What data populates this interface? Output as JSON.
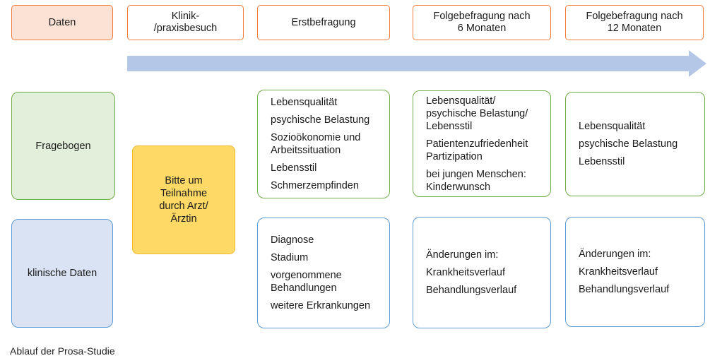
{
  "header": {
    "data_label": "Daten",
    "visit_label": "Klinik-\n/praxisbesuch",
    "first_survey_label": "Erstbefragung",
    "followup_6_label": "Folgebefragung nach\n6 Monaten",
    "followup_12_label": "Folgebefragung nach\n12 Monaten"
  },
  "rows": {
    "questionnaire_label": "Fragebogen",
    "clinical_label": "klinische Daten"
  },
  "invite": {
    "text": "Bitte um\nTeilnahme\ndurch Arzt/\nÄrztin"
  },
  "questionnaire": {
    "first": [
      "Lebensqualität",
      "psychische Belastung",
      "Sozioökonomie und\nArbeitssituation",
      "Lebensstil",
      "Schmerzempfinden"
    ],
    "followup_6": [
      "Lebensqualität/\npsychische Belastung/\nLebensstil",
      "Patientenzufriedenheit\nPartizipation",
      "bei jungen Menschen:\nKinderwunsch"
    ],
    "followup_12": [
      "Lebensqualität",
      "psychische Belastung",
      "Lebensstil"
    ]
  },
  "clinical": {
    "first": [
      "Diagnose",
      "Stadium",
      "vorgenommene\nBehandlungen",
      "weitere Erkrankungen"
    ],
    "followup_6": [
      "Änderungen im:",
      "Krankheitsverlauf",
      "Behandlungsverlauf"
    ],
    "followup_12": [
      "Änderungen im:",
      "Krankheitsverlauf",
      "Behandlungsverlauf"
    ]
  },
  "colors": {
    "header_border": "#ee7d3b",
    "header_first_fill": "#fbe2d5",
    "arrow": "#b4c7e7",
    "green_border": "#70ad47",
    "green_fill": "#e2efda",
    "blue_border": "#5b9bd5",
    "blue_fill": "#dae3f3",
    "invite_fill": "#ffd966"
  },
  "caption": "Ablauf der Prosa-Studie"
}
